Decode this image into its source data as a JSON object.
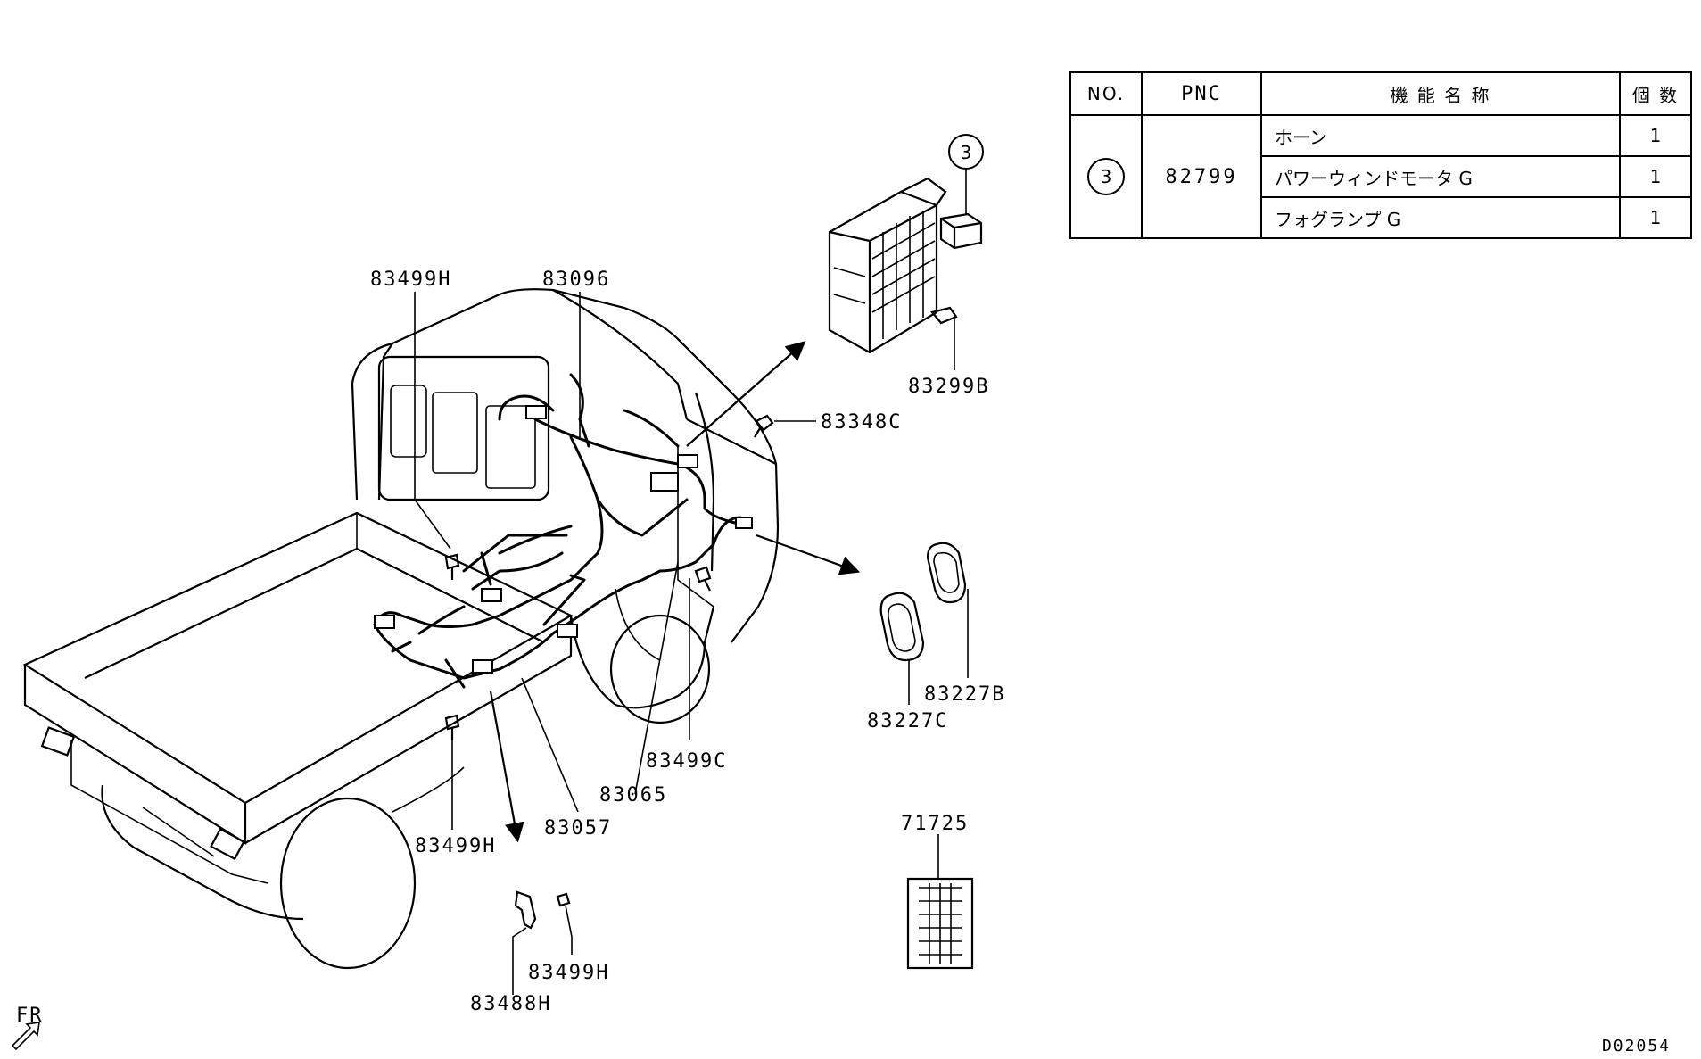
{
  "table": {
    "headers": {
      "no": "NO.",
      "pnc": "PNC",
      "name": "機 能 名 称",
      "qty": "個 数"
    },
    "group_no": "3",
    "group_pnc": "82799",
    "rows": [
      {
        "name": "ホーン",
        "qty": "1"
      },
      {
        "name": "パワーウィンドモータ  G",
        "qty": "1"
      },
      {
        "name": "フォグランプ  G",
        "qty": "1"
      }
    ]
  },
  "callout_number": "3",
  "part_labels": {
    "p83499h_top": "83499H",
    "p83096": "83096",
    "p83299b": "83299B",
    "p83348c": "83348C",
    "p83227b": "83227B",
    "p83227c": "83227C",
    "p83499c": "83499C",
    "p83065": "83065",
    "p83057": "83057",
    "p83499h_bottom": "83499H",
    "p71725": "71725",
    "p83499h_bracket": "83499H",
    "p83488h": "83488H"
  },
  "direction": "FR",
  "diagram_code": "D02054",
  "icons": {
    "direction_arrow": "front-direction-arrow-icon",
    "callout": "circled-number-icon"
  }
}
